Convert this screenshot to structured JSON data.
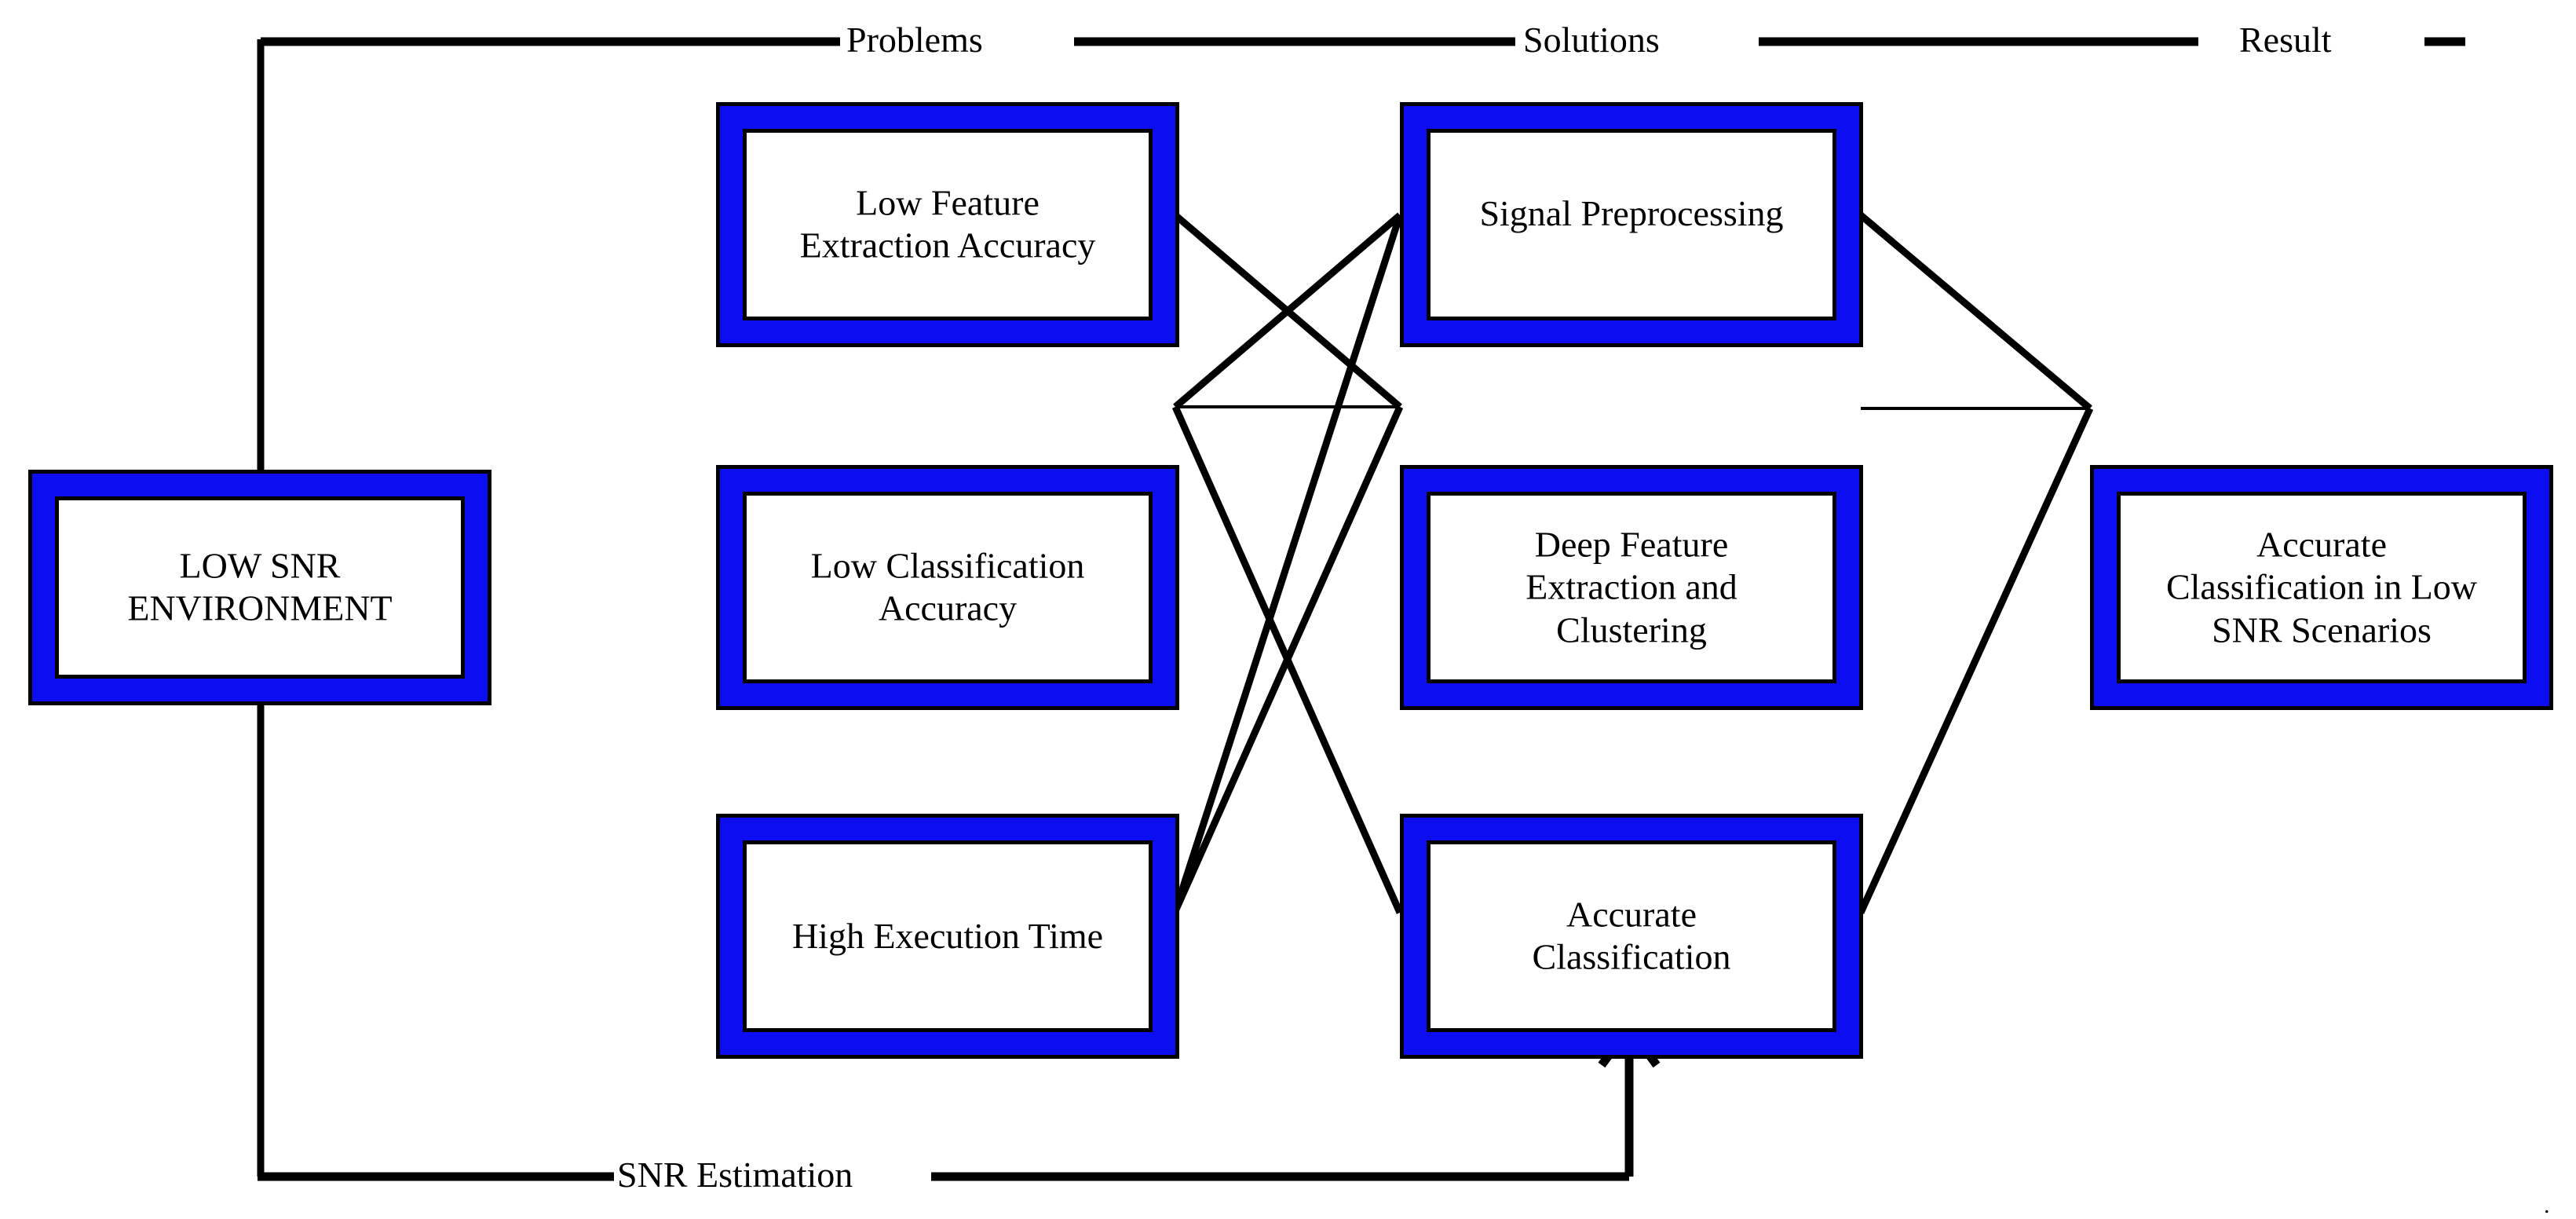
{
  "figure": {
    "background_color": "#ffffff",
    "node_fill_color": "#0d0df2",
    "node_inner_color": "#ffffff",
    "line_color": "#000000"
  },
  "header": {
    "labels": [
      {
        "text": "Problems"
      },
      {
        "text": "Solutions"
      },
      {
        "text": "Result"
      }
    ]
  },
  "source": {
    "label": "LOW SNR\nENVIRONMENT",
    "line1": "LOW SNR",
    "line2": "ENVIRONMENT"
  },
  "problems": [
    {
      "id": "low-feature-extraction-accuracy",
      "line1": "Low Feature",
      "line2": "Extraction Accuracy"
    },
    {
      "id": "low-classification-accuracy",
      "line1": "Low Classification",
      "line2": "Accuracy"
    },
    {
      "id": "high-execution-time",
      "line1": "High Execution Time",
      "line2": ""
    }
  ],
  "solutions": [
    {
      "id": "signal-preprocessing",
      "line1": "Signal Preprocessing",
      "line2": "",
      "line3": ""
    },
    {
      "id": "deep-feature-extraction-and-clustering",
      "line1": "Deep Feature",
      "line2": "Extraction and",
      "line3": "Clustering"
    },
    {
      "id": "accurate-classification",
      "line1": "Accurate",
      "line2": "Classification",
      "line3": ""
    }
  ],
  "result": {
    "id": "accurate-classification-in-low-snr-scenarios",
    "line1": "Accurate",
    "line2": "Classification in Low",
    "line3": "SNR Scenarios"
  },
  "feedback": {
    "label": "SNR Estimation"
  },
  "corner": {
    "mark": "."
  }
}
